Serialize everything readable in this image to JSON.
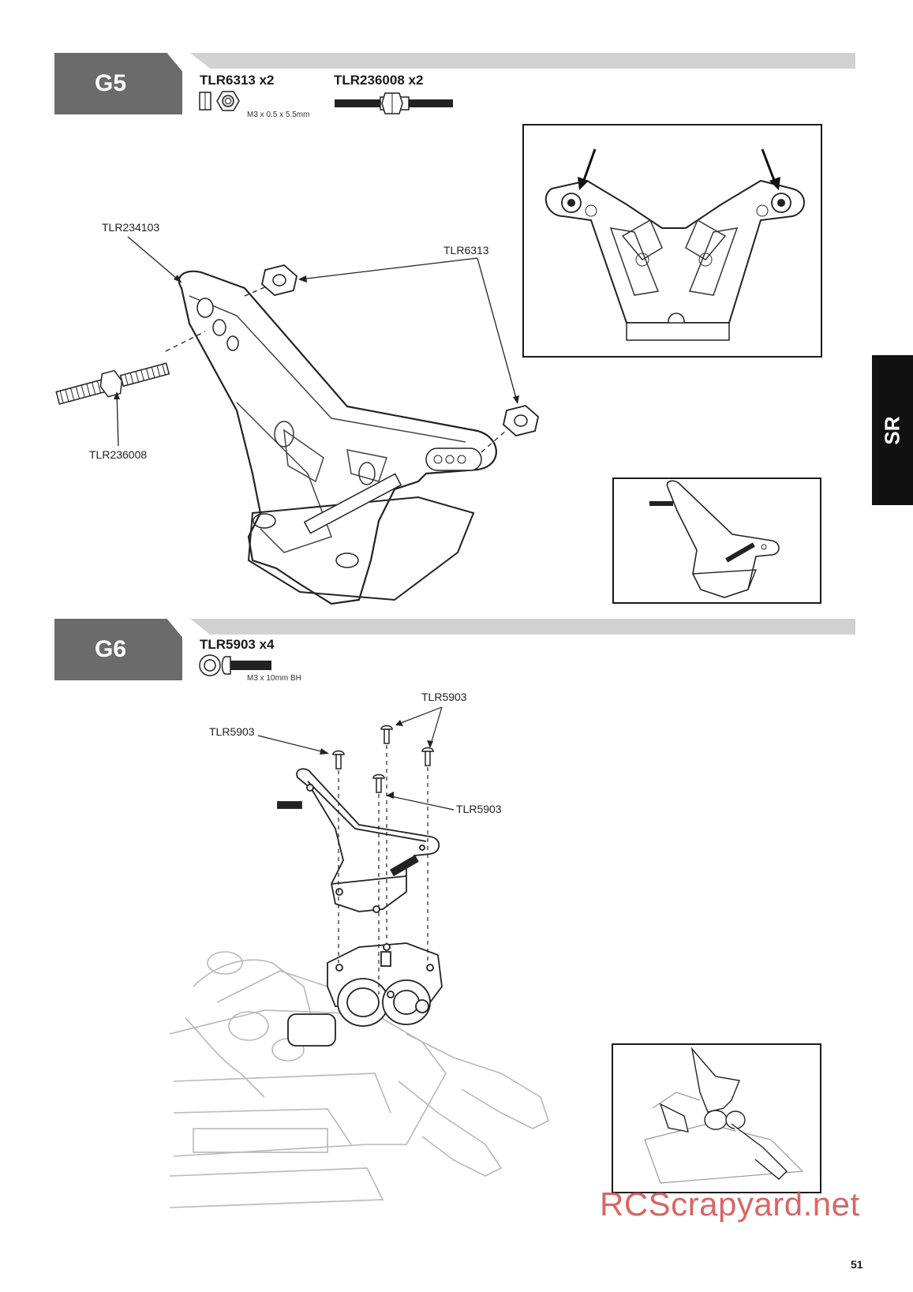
{
  "side_tab": "SR",
  "page_number": "51",
  "watermark": "RCScrapyard.net",
  "steps": [
    {
      "id": "G5",
      "parts": [
        {
          "code": "TLR6313 x2",
          "spec": "M3 x 0.5 x 5.5mm",
          "icon": "lock-nut-icon"
        },
        {
          "code": "TLR236008 x2",
          "spec": "",
          "icon": "turnbuckle-icon"
        }
      ],
      "callouts": [
        "TLR234103",
        "TLR6313",
        "TLR236008"
      ]
    },
    {
      "id": "G6",
      "parts": [
        {
          "code": "TLR5903 x4",
          "spec": "M3 x 10mm BH",
          "icon": "button-head-screw-icon"
        }
      ],
      "callouts": [
        "TLR5903",
        "TLR5903",
        "TLR5903"
      ]
    }
  ],
  "colors": {
    "step_tab": "#6b6b6b",
    "step_bar": "#d2d2d2",
    "side_tab": "#111111",
    "watermark": "#d44b4b"
  }
}
